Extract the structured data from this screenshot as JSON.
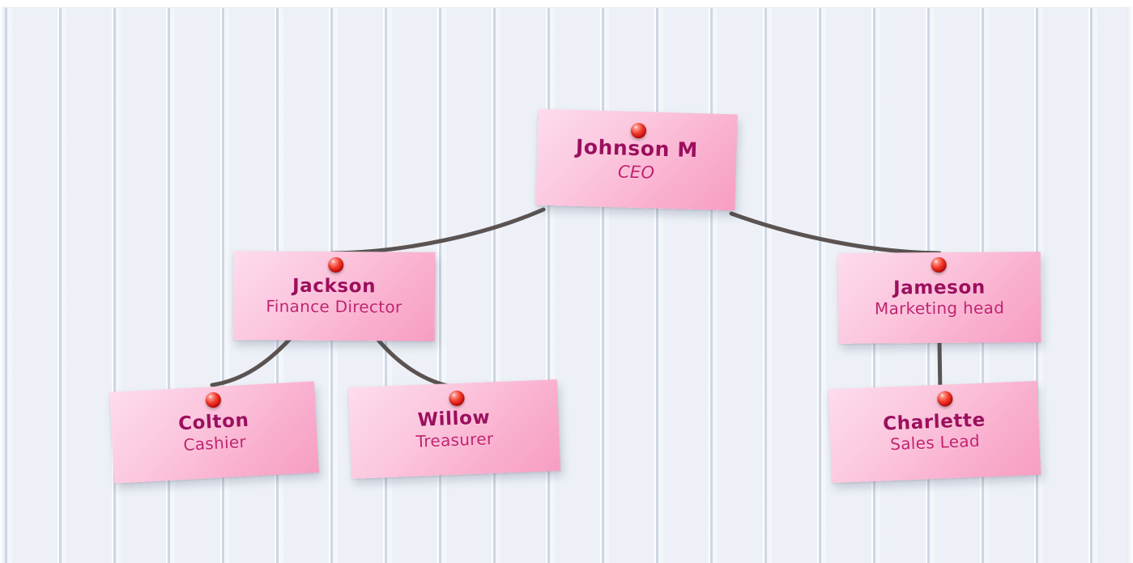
{
  "chart": {
    "type": "org-chart",
    "background_color": "#edf1f7",
    "card_color_light": "#fddced",
    "card_color_deep": "#f79ec3",
    "name_text_color": "#9c0f5e",
    "title_text_color": "#c1226f",
    "connector_color": "#5b5351",
    "pin_color": "#d81414"
  },
  "nodes": {
    "ceo": {
      "name": "Johnson M",
      "title": "CEO",
      "pin": "red-pushpin"
    },
    "finance": {
      "name": "Jackson",
      "title": "Finance Director",
      "pin": "red-pushpin"
    },
    "marketing": {
      "name": "Jameson",
      "title": "Marketing head",
      "pin": "red-pushpin"
    },
    "cashier": {
      "name": "Colton",
      "title": "Cashier",
      "pin": "red-pushpin"
    },
    "treasurer": {
      "name": "Willow",
      "title": "Treasurer",
      "pin": "red-pushpin"
    },
    "sales": {
      "name": "Charlette",
      "title": "Sales Lead",
      "pin": "red-pushpin"
    }
  },
  "edges": [
    {
      "from": "ceo",
      "to": "finance",
      "style": "curved"
    },
    {
      "from": "ceo",
      "to": "marketing",
      "style": "curved"
    },
    {
      "from": "finance",
      "to": "cashier",
      "style": "curved"
    },
    {
      "from": "finance",
      "to": "treasurer",
      "style": "curved"
    },
    {
      "from": "marketing",
      "to": "sales",
      "style": "straight"
    }
  ]
}
